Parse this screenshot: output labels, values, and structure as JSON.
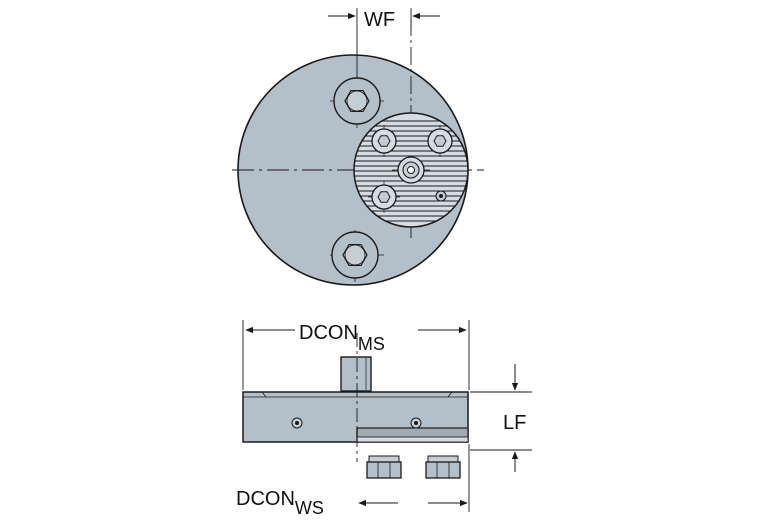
{
  "dimensions": {
    "wf": "WF",
    "dcon_ms_main": "DCON",
    "dcon_ms_sub": "MS",
    "lf": "LF",
    "dcon_ws_main": "DCON",
    "dcon_ws_sub": "WS"
  },
  "colors": {
    "body_fill": "#b4c0c9",
    "body_shade": "#9eabb4",
    "plate_fill": "#d6dde2",
    "line": "#1a1a1a",
    "background": "#ffffff"
  }
}
